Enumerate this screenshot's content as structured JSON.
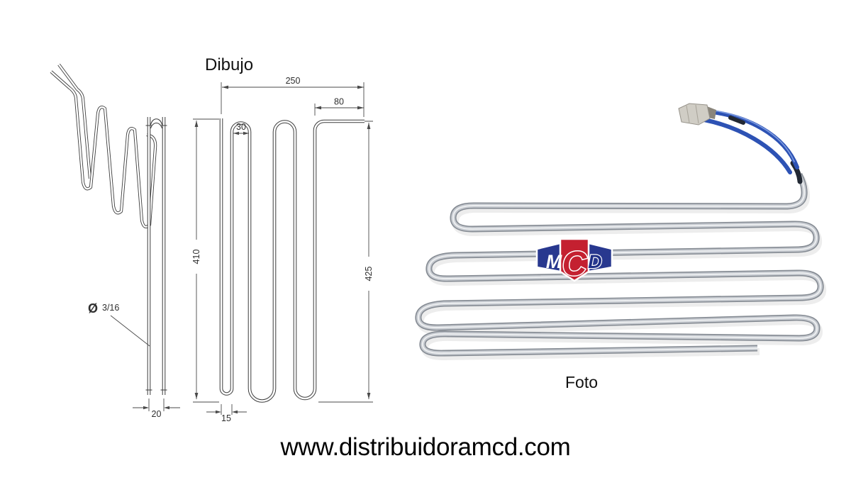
{
  "page": {
    "background_color": "#ffffff",
    "website": "www.distribuidoramcd.com"
  },
  "drawing": {
    "title": "Dibujo",
    "dimensions": {
      "total_width": "250",
      "end_segment": "80",
      "top_loop_width": "30",
      "height_left": "410",
      "height_right": "425",
      "bottom_loop_width": "15",
      "side_view_gap": "20",
      "diameter_symbol": "Ø",
      "diameter_value": "3/16"
    }
  },
  "photo": {
    "label": "Foto",
    "wire_color": "#2d52b4",
    "tube_color": "#c6cad0"
  },
  "logo": {
    "letter_m": "M",
    "letter_c": "C",
    "letter_d": "D",
    "blue": "#28388f",
    "red": "#c42030",
    "d_fill": "#1e2f86"
  }
}
